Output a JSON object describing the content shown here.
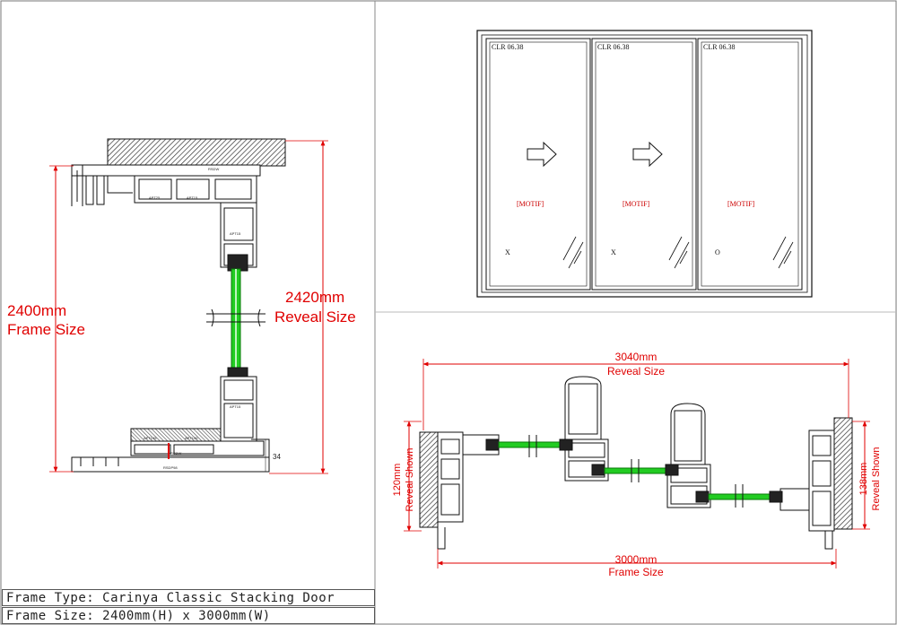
{
  "title_block": {
    "frame_type": "Frame Type:  Carinya Classic Stacking Door",
    "frame_size": "Frame Size:  2400mm(H) x 3000mm(W)"
  },
  "vertical_section": {
    "left_dim": [
      "2400mm",
      "Frame Size"
    ],
    "right_dim": [
      "2420mm",
      "Reveal Size"
    ],
    "small_dim": "34",
    "part_codes": [
      "RSDW",
      "APT25",
      "APT15",
      "APT15",
      "APT15",
      "APT145",
      "APT145",
      "RSDW",
      "RSDP98"
    ]
  },
  "elevation": {
    "panels": [
      {
        "label": "CLR 06.38",
        "motif": "[MOTIF]",
        "mark": "X",
        "arrow": true
      },
      {
        "label": "CLR 06.38",
        "motif": "[MOTIF]",
        "mark": "X",
        "arrow": true
      },
      {
        "label": "CLR 06.38",
        "motif": "[MOTIF]",
        "mark": "O",
        "arrow": false
      }
    ]
  },
  "horizontal_section": {
    "top_dim": [
      "3040mm",
      "Reveal Size"
    ],
    "bottom_dim": [
      "3000mm",
      "Frame Size"
    ],
    "left_dim": [
      "120mm",
      "Reveal Shown"
    ],
    "right_dim": [
      "138mm",
      "Reveal Shown"
    ]
  },
  "colors": {
    "dimension": "#e00000",
    "glass": "#22cc22",
    "line": "#111111"
  }
}
